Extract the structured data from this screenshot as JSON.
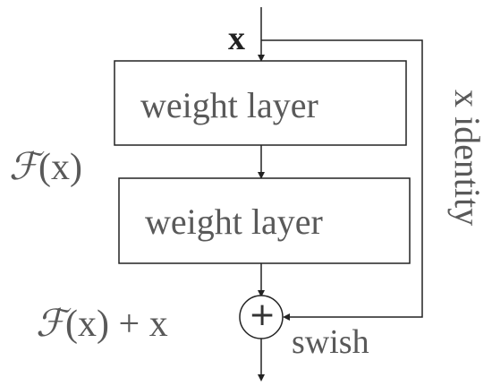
{
  "input": {
    "label": "x"
  },
  "blocks": [
    {
      "label": "weight layer"
    },
    {
      "label": "weight layer"
    }
  ],
  "residual": {
    "label_script": "ℱ",
    "label_rest": "(x)"
  },
  "sum": {
    "label_script": "ℱ",
    "label_rest": "(x) + x",
    "symbol": "+"
  },
  "activation": {
    "label": "swish"
  },
  "shortcut": {
    "label": "x identity"
  },
  "colors": {
    "stroke": "#222222",
    "text": "#595959"
  }
}
